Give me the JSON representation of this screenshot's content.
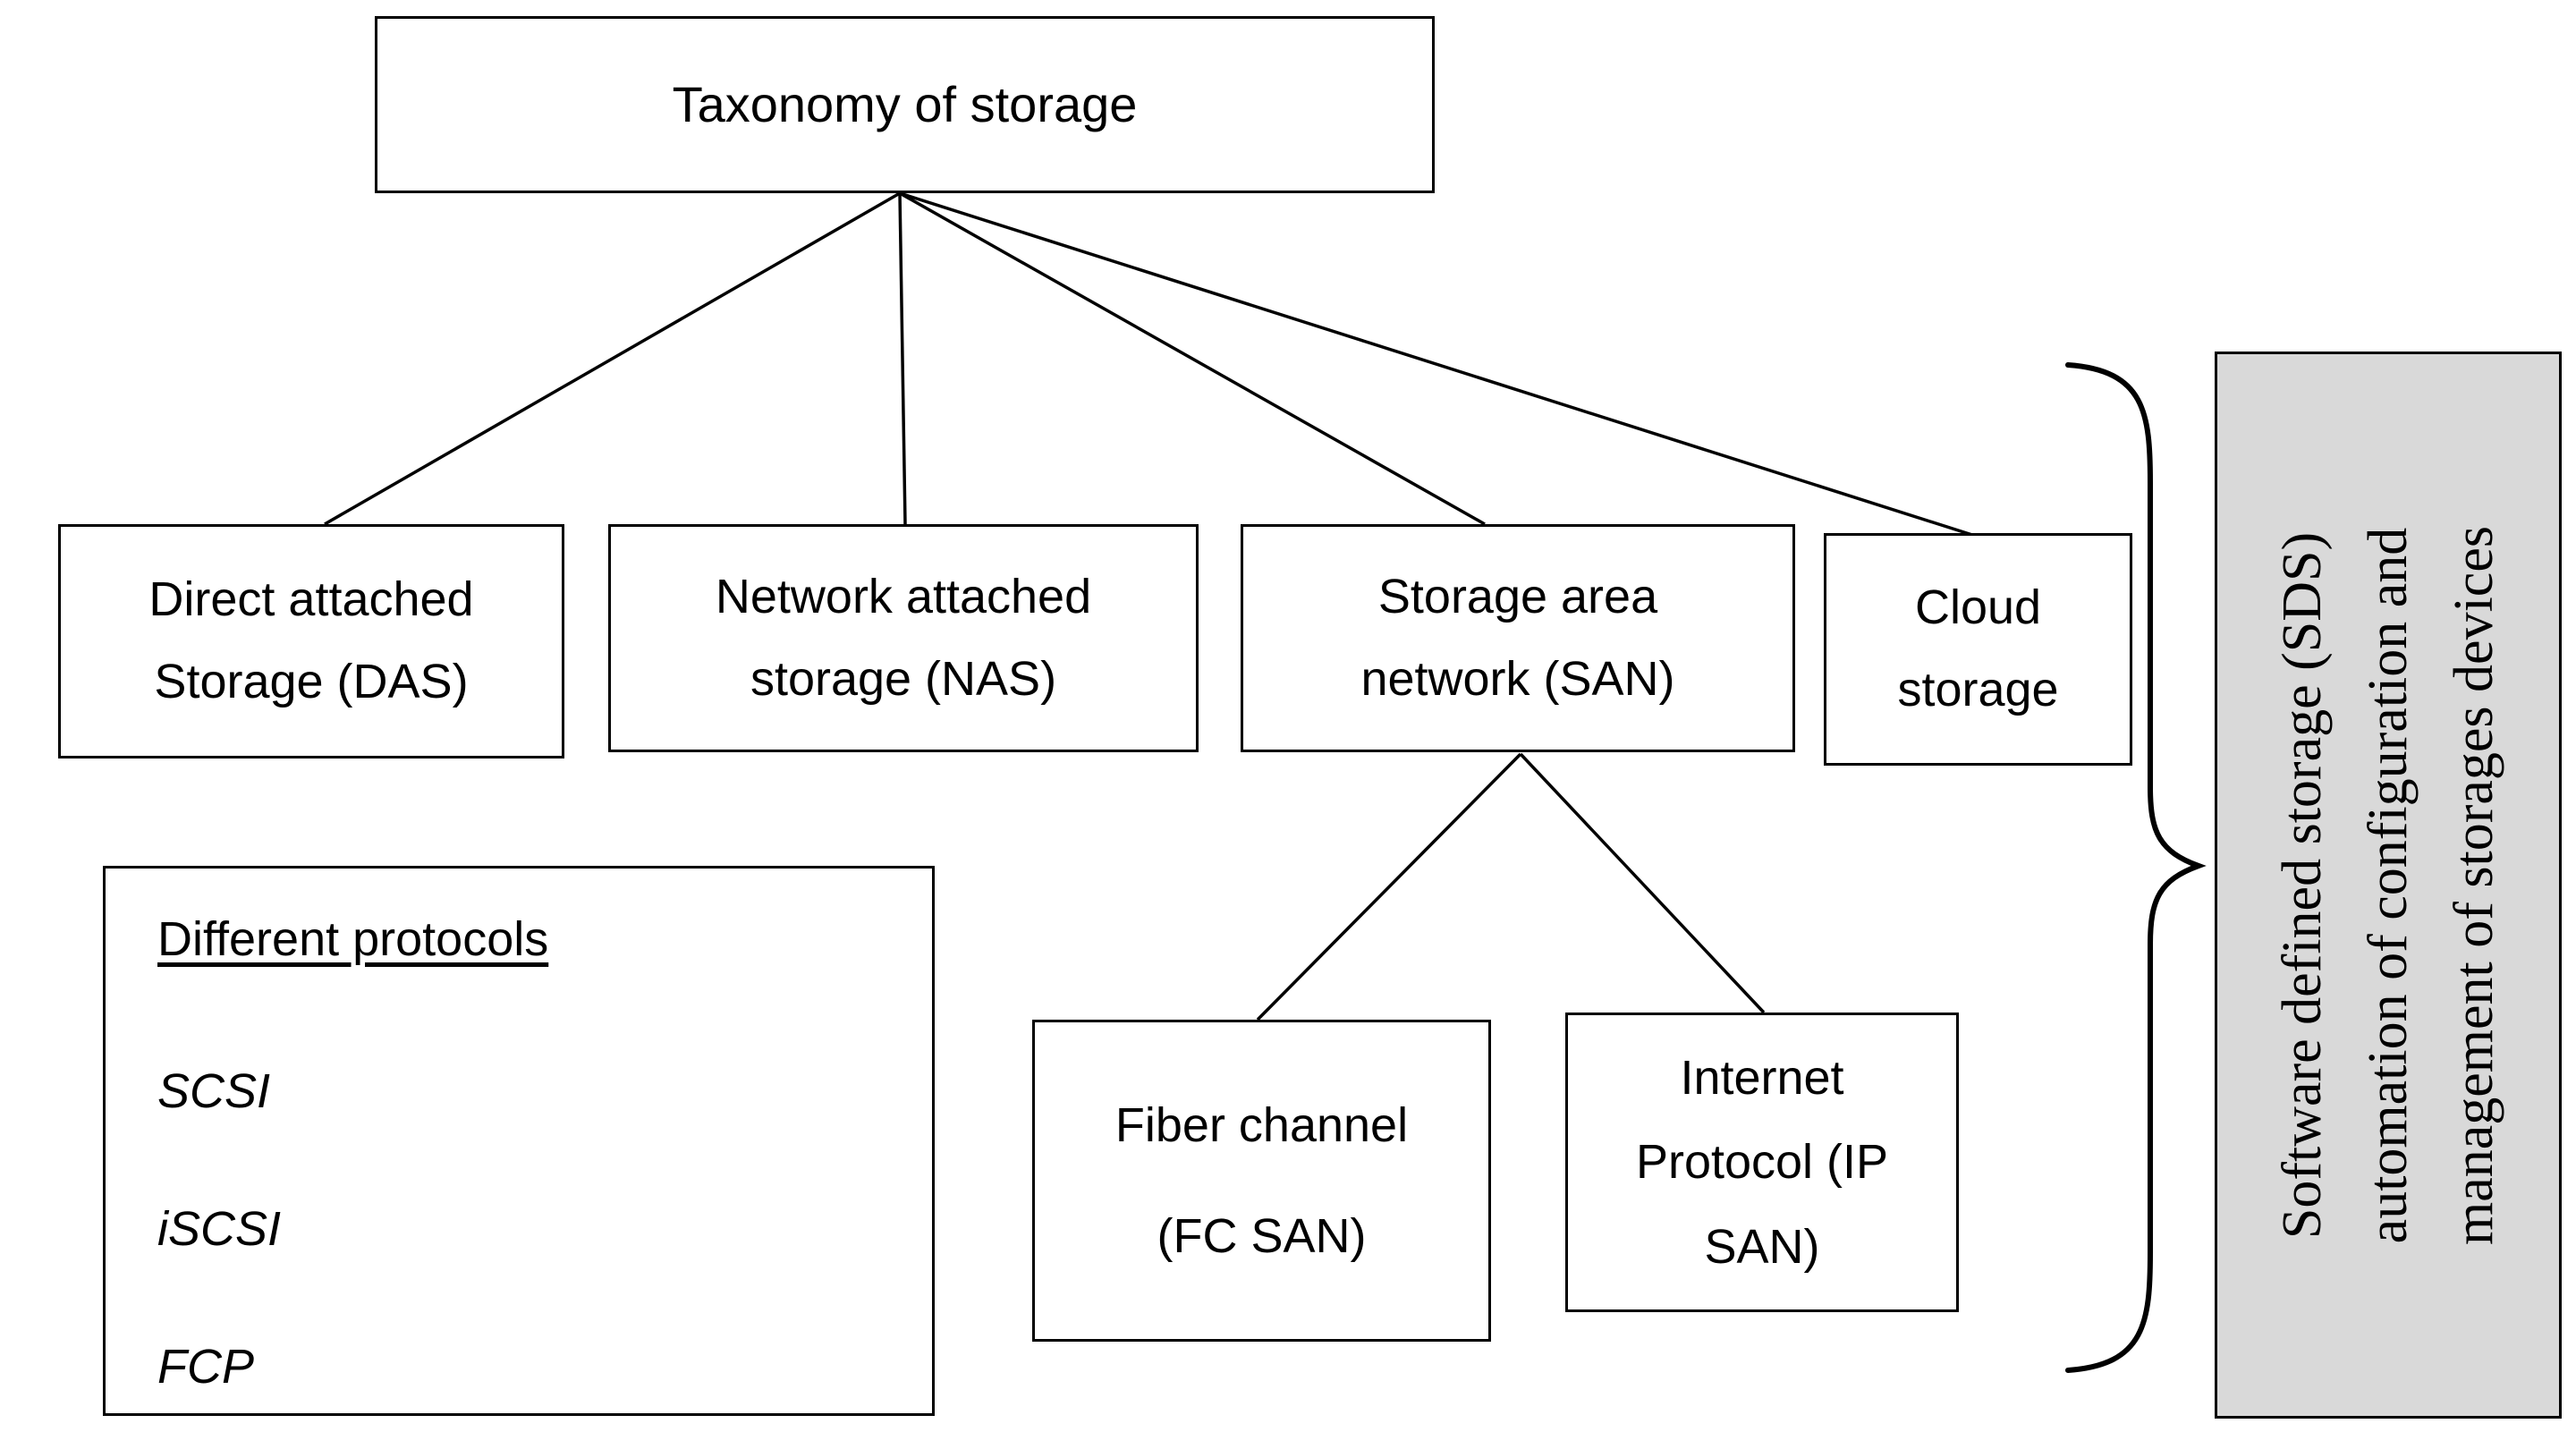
{
  "diagram_title": "Taxonomy of storage",
  "nodes": {
    "root": {
      "label": "Taxonomy of storage"
    },
    "das": {
      "lines": [
        "Direct attached",
        "Storage (DAS)"
      ]
    },
    "nas": {
      "lines": [
        "Network attached",
        "storage (NAS)"
      ]
    },
    "san": {
      "lines": [
        "Storage area",
        "network (SAN)"
      ]
    },
    "cloud": {
      "lines": [
        "Cloud",
        "storage"
      ]
    },
    "fc": {
      "lines": [
        "Fiber channel",
        "(FC SAN)"
      ]
    },
    "ip": {
      "lines": [
        "Internet",
        "Protocol (IP",
        "SAN)"
      ]
    }
  },
  "protocols": {
    "title": "Different protocols",
    "items": [
      "SCSI",
      "iSCSI",
      "FCP"
    ]
  },
  "sds": {
    "lines": [
      "Software defined storage (SDS)",
      "automation of configuration and",
      "management of storages devices"
    ]
  },
  "colors": {
    "background": "#ffffff",
    "box_fill": "#ffffff",
    "box_border": "#000000",
    "connector": "#000000",
    "sds_fill": "#d9d9d9"
  }
}
